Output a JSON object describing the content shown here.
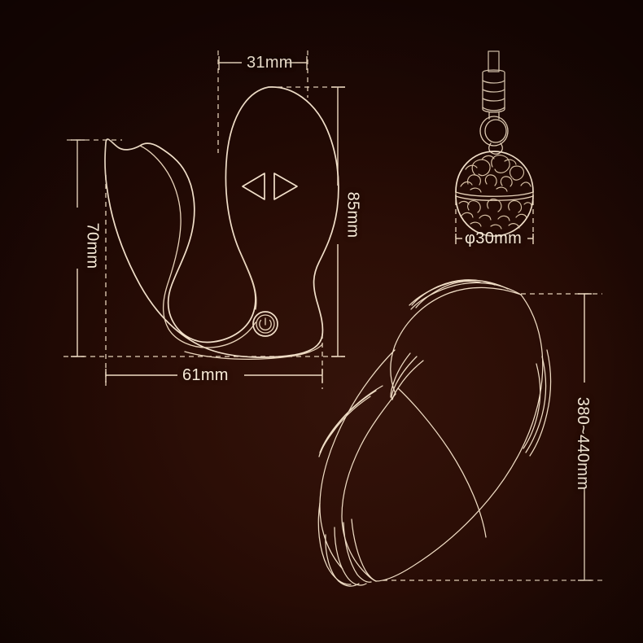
{
  "page": {
    "title": "Product Dimension Diagram",
    "background_color_outer": "#17 06 03",
    "background_color_center": "#34130a",
    "line_color": "#f2e0ca"
  },
  "dimensions": {
    "body_width_top": "31mm",
    "body_height": "85mm",
    "body_depth": "70mm",
    "body_length": "61mm",
    "ball_diameter": "φ30mm",
    "tail_length": "380~440mm"
  },
  "products": {
    "main_device": {
      "name": "massager-body",
      "controls": {
        "left_arrow": "left-triangle-button",
        "right_arrow": "right-triangle-button",
        "power": "power-button"
      }
    },
    "pendant": {
      "name": "filigree-ball-pendant",
      "parts": {
        "cap": "ribbed-cylinder-cap",
        "ring": "split-key-ring",
        "ball": "openwork-rose-ball"
      }
    },
    "tail": {
      "name": "feather-tail-plume"
    }
  },
  "labels": {
    "width_31": "31mm",
    "height_85": "85mm",
    "depth_70": "70mm",
    "length_61": "61mm",
    "diameter_30": "φ30mm",
    "tail_380_440": "380~440mm"
  }
}
